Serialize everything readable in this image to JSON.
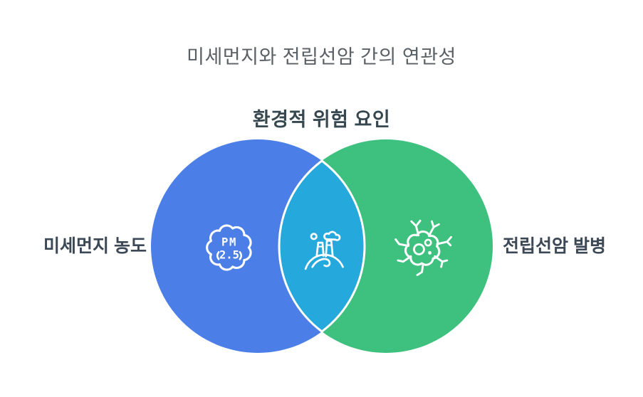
{
  "title": "미세먼지와 전립선암 간의 연관성",
  "venn": {
    "intersection_title": "환경적 위험 요인",
    "left_circle": {
      "label": "미세먼지 농도",
      "color": "#4C7EE8",
      "icon": "pm25-cloud-icon",
      "icon_text_line1": "PM",
      "icon_text_line2": "2.5"
    },
    "overlap": {
      "color": "#25A8DC",
      "icon": "pollution-factory-icon"
    },
    "right_circle": {
      "label": "전립선암 발병",
      "color": "#3EC07E",
      "icon": "cancer-cell-icon"
    }
  },
  "colors": {
    "background": "#FFFFFF",
    "title_text": "#5A6166",
    "intersection_title_text": "#36474F",
    "side_label_text": "#3C4855",
    "icon_stroke": "#FFFFFF",
    "lens_outline": "#FFFFFF"
  }
}
